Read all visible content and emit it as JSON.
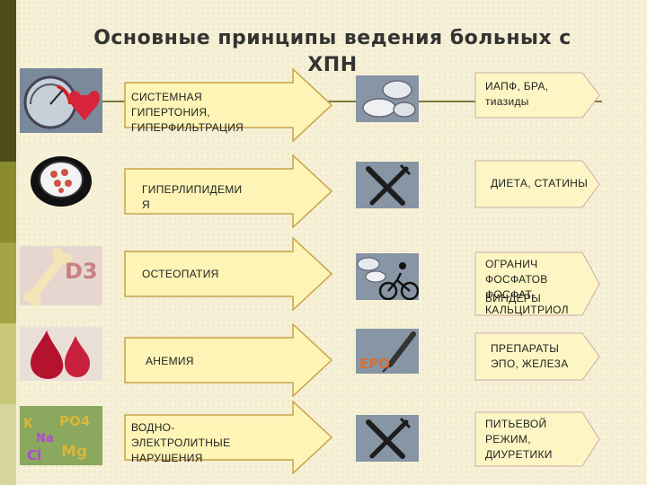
{
  "title_line1": "Основные принципы ведения больных с",
  "title_line2": "ХПН",
  "rows": [
    {
      "problem": [
        "СИСТЕМНАЯ",
        "ГИПЕРТОНИЯ,",
        "ГИПЕРФИЛЬТРАЦИЯ"
      ],
      "left_icon": "speedometer-heart-icon",
      "mid_icon": "pills-icon",
      "treatment": [
        "ИАПФ, БРА,",
        "тиазиды"
      ]
    },
    {
      "problem": [
        "ГИПЕРЛИПИДЕМИ",
        "Я"
      ],
      "left_icon": "petri-dish-icon",
      "mid_icon": "fork-knife-icon",
      "treatment": [
        "ДИЕТА, СТАТИНЫ"
      ]
    },
    {
      "problem": [
        "ОСТЕОПАТИЯ"
      ],
      "left_icon": "bone-d3-icon",
      "mid_icon": "pills-bicycle-icon",
      "treatment": [
        "ОГРАНИЧ",
        "ФОСФАТОВ",
        "ФОСФАТ-",
        "БИНДЕРЫ",
        "КАЛЬЦИТРИОЛ"
      ],
      "left_text": "D3"
    },
    {
      "problem": [
        "АНЕМИЯ"
      ],
      "left_icon": "blood-drops-icon",
      "mid_icon": "epo-syringe-icon",
      "treatment": [
        "ПРЕПАРАТЫ",
        "ЭПО, ЖЕЛЕЗА"
      ],
      "mid_text": "EPO"
    },
    {
      "problem": [
        "ВОДНО-",
        "ЭЛЕКТРОЛИТНЫЕ",
        "НАРУШЕНИЯ"
      ],
      "left_icon": "electrolytes-icon",
      "mid_icon": "fork-knife-icon",
      "treatment": [
        "ПИТЬЕВОЙ",
        "РЕЖИМ,",
        "ДИУРЕТИКИ"
      ]
    }
  ],
  "electrolytes": [
    "K",
    "Na",
    "PO4",
    "Cl",
    "Mg"
  ],
  "colors": {
    "sidebar_dark": "#4d4d1a",
    "sidebar_light": "#8a8a2e",
    "arrow_fill": "#fdf4b6",
    "arrow_stroke": "#c9a24a",
    "target_fill": "#fdf6c4"
  }
}
